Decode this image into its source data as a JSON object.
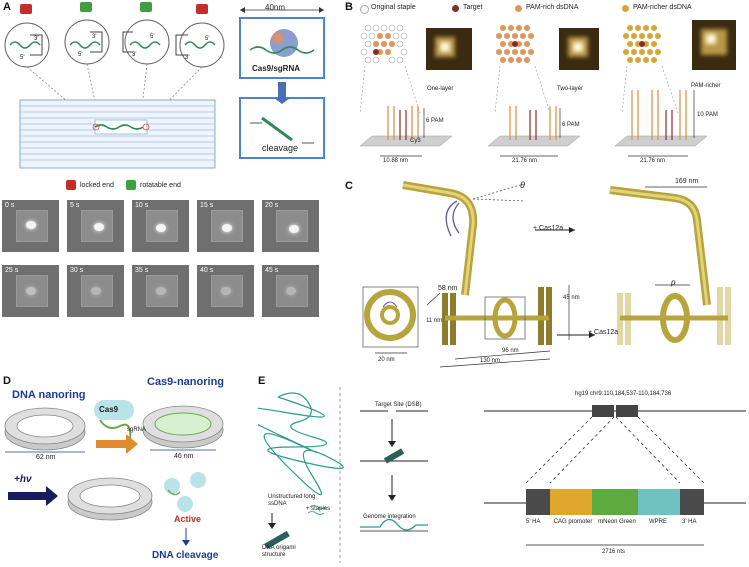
{
  "panels": {
    "a": "A",
    "b": "B",
    "c": "C",
    "d": "D",
    "e": "E"
  },
  "panelA": {
    "width_label": "40nm",
    "box1_label": "Cas9/sgRNA",
    "box2_label": "cleavage",
    "legend_locked": "locked end",
    "legend_rotatable": "rotatable end",
    "primes": [
      "3'",
      "5'",
      "3'",
      "5'",
      "5'",
      "3'",
      "5'",
      "3'"
    ],
    "frames": [
      "0 s",
      "5 s",
      "10 s",
      "15 s",
      "20 s",
      "25 s",
      "30 s",
      "35 s",
      "40 s",
      "45 s"
    ]
  },
  "panelB": {
    "legend": [
      "Original staple",
      "Target",
      "PAM-rich dsDNA",
      "PAM-richer dsDNA"
    ],
    "layers": [
      "One-layer",
      "Two-layer",
      "PAM-richer"
    ],
    "pam": [
      "6 PAM",
      "6 PAM",
      "10 PAM"
    ],
    "widths": [
      "10.88 nm",
      "21.76 nm",
      "21.76 nm"
    ],
    "cys": "Cy3"
  },
  "panelC": {
    "theta": "θ",
    "len58": "58 nm",
    "len169": "169 nm",
    "cas12a_1": "+ Cas12a",
    "cas12a_2": "+ Cas12a",
    "d11": "11 nm",
    "d20": "20 nm",
    "d45": "45 nm",
    "d96": "96 nm",
    "d130": "130 nm",
    "p": "p"
  },
  "panelD": {
    "title1": "DNA nanoring",
    "title2": "Cas9-nanoring",
    "cas9": "Cas9",
    "sgrna": "sgRNA",
    "d62": "62 nm",
    "d46": "46 nm",
    "hv": "+hν",
    "active": "Active",
    "cleavage": "DNA cleavage"
  },
  "panelE": {
    "ssdna": "Unstructured long ssDNA",
    "staples": "+ staples",
    "origami": "DNA origami structure",
    "target": "Target Site (DSB)",
    "integration": "Genome integration",
    "locus": "hg19 chr9:110,184,537-110,184,736",
    "segments": [
      "5' HA",
      "CAG promoter",
      "mNeon Green",
      "WPRE",
      "3' HA"
    ],
    "nts": "2716 nts"
  }
}
